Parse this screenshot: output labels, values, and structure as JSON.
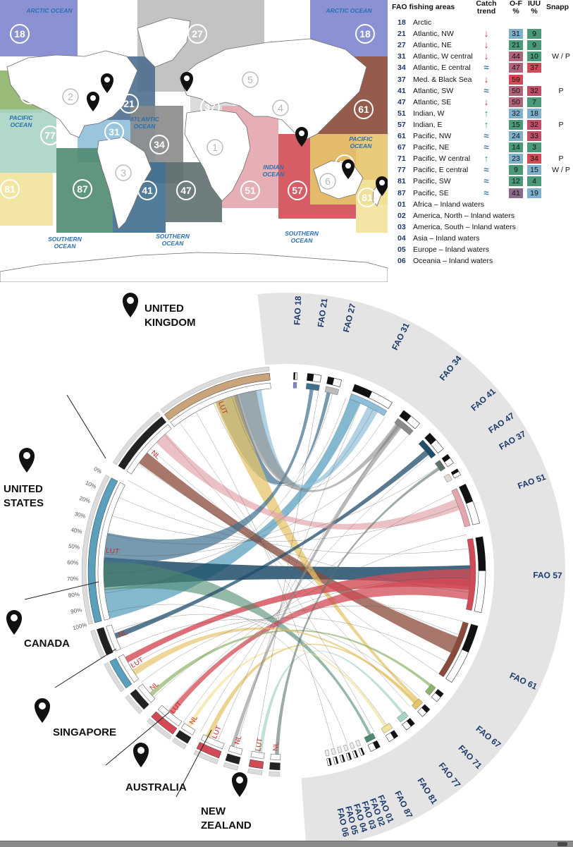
{
  "map": {
    "ocean_labels": [
      "ARCTIC OCEAN",
      "ARCTIC OCEAN",
      "ATLANTIC OCEAN",
      "PACIFIC OCEAN",
      "PACIFIC OCEAN",
      "INDIAN OCEAN",
      "SOUTHERN OCEAN",
      "SOUTHERN OCEAN",
      "SOUTHERN OCEAN"
    ],
    "zones": [
      {
        "code": "18",
        "color": "#7d86cf"
      },
      {
        "code": "18",
        "color": "#7d86cf"
      },
      {
        "code": "27",
        "color": "#bcbcbc"
      },
      {
        "code": "21",
        "color": "#4e6f8f"
      },
      {
        "code": "31",
        "color": "#8fbfd8"
      },
      {
        "code": "34",
        "color": "#8a8a8a"
      },
      {
        "code": "37",
        "color": "#d8d8d8"
      },
      {
        "code": "41",
        "color": "#3f6f8f"
      },
      {
        "code": "47",
        "color": "#5e6f70"
      },
      {
        "code": "51",
        "color": "#e3a6ad"
      },
      {
        "code": "57",
        "color": "#d24a55"
      },
      {
        "code": "61",
        "color": "#8a4a3a"
      },
      {
        "code": "67",
        "color": "#8fb36a"
      },
      {
        "code": "71",
        "color": "#e6c46b"
      },
      {
        "code": "77",
        "color": "#a8d4c4"
      },
      {
        "code": "81",
        "color": "#f2e39a"
      },
      {
        "code": "81",
        "color": "#f2e39a"
      },
      {
        "code": "87",
        "color": "#4f8a70"
      }
    ],
    "inland_codes": [
      "1",
      "2",
      "3",
      "4",
      "5",
      "6"
    ]
  },
  "legend": {
    "title": "FAO fishing areas",
    "col_trend": [
      "Catch",
      "trend"
    ],
    "col_of": [
      "O-F",
      "%"
    ],
    "col_iuu": [
      "IUU",
      "%"
    ],
    "col_snap": "Snapp",
    "rows": [
      {
        "code": "18",
        "name": "Arctic",
        "trend": "",
        "trend_color": "#c62828",
        "of": "",
        "of_color": "",
        "iuu": "",
        "iuu_color": "",
        "snap": ""
      },
      {
        "code": "21",
        "name": "Atlantic, NW",
        "trend": "↓",
        "trend_color": "#c62828",
        "of": "31",
        "of_color": "#7fb0c9",
        "iuu": "9",
        "iuu_color": "#4a9a7a",
        "snap": ""
      },
      {
        "code": "27",
        "name": "Atlantic, NE",
        "trend": "↓",
        "trend_color": "#c62828",
        "of": "21",
        "of_color": "#4a9a7a",
        "iuu": "9",
        "iuu_color": "#4a9a7a",
        "snap": ""
      },
      {
        "code": "31",
        "name": "Atlantic, W central",
        "trend": "↓",
        "trend_color": "#c62828",
        "of": "44",
        "of_color": "#b0647a",
        "iuu": "10",
        "iuu_color": "#4a9a7a",
        "snap": "W / P"
      },
      {
        "code": "34",
        "name": "Atlantic, E central",
        "trend": "≈",
        "trend_color": "#2a7fa8",
        "of": "47",
        "of_color": "#b0647a",
        "iuu": "37",
        "iuu_color": "#d24a55",
        "snap": ""
      },
      {
        "code": "37",
        "name": "Med. & Black Sea",
        "trend": "↓",
        "trend_color": "#c62828",
        "of": "59",
        "of_color": "#d24a55",
        "iuu": "",
        "iuu_color": "",
        "snap": ""
      },
      {
        "code": "41",
        "name": "Atlantic, SW",
        "trend": "≈",
        "trend_color": "#2a7fa8",
        "of": "50",
        "of_color": "#b0647a",
        "iuu": "32",
        "iuu_color": "#c0506a",
        "snap": "P"
      },
      {
        "code": "47",
        "name": "Atlantic, SE",
        "trend": "↓",
        "trend_color": "#c62828",
        "of": "50",
        "of_color": "#b0647a",
        "iuu": "7",
        "iuu_color": "#4a9a7a",
        "snap": ""
      },
      {
        "code": "51",
        "name": "Indian, W",
        "trend": "↑",
        "trend_color": "#2e8b57",
        "of": "32",
        "of_color": "#7fb0c9",
        "iuu": "18",
        "iuu_color": "#7fb0c9",
        "snap": ""
      },
      {
        "code": "57",
        "name": "Indian, E",
        "trend": "↑",
        "trend_color": "#2e8b57",
        "of": "15",
        "of_color": "#4a9a7a",
        "iuu": "32",
        "iuu_color": "#c0506a",
        "snap": "P"
      },
      {
        "code": "61",
        "name": "Pacific, NW",
        "trend": "≈",
        "trend_color": "#2a7fa8",
        "of": "24",
        "of_color": "#7fb0c9",
        "iuu": "33",
        "iuu_color": "#c0506a",
        "snap": ""
      },
      {
        "code": "67",
        "name": "Pacific, NE",
        "trend": "≈",
        "trend_color": "#2a7fa8",
        "of": "14",
        "of_color": "#4a9a7a",
        "iuu": "3",
        "iuu_color": "#4a9a7a",
        "snap": ""
      },
      {
        "code": "71",
        "name": "Pacific, W central",
        "trend": "↑",
        "trend_color": "#2e8b57",
        "of": "23",
        "of_color": "#7fb0c9",
        "iuu": "34",
        "iuu_color": "#d24a55",
        "snap": "P"
      },
      {
        "code": "77",
        "name": "Pacific, E central",
        "trend": "≈",
        "trend_color": "#2a7fa8",
        "of": "9",
        "of_color": "#4a9a7a",
        "iuu": "15",
        "iuu_color": "#7fb0c9",
        "snap": "W / P"
      },
      {
        "code": "81",
        "name": "Pacific, SW",
        "trend": "≈",
        "trend_color": "#2a7fa8",
        "of": "12",
        "of_color": "#4a9a7a",
        "iuu": "4",
        "iuu_color": "#4a9a7a",
        "snap": ""
      },
      {
        "code": "87",
        "name": "Pacific, SE",
        "trend": "≈",
        "trend_color": "#2a7fa8",
        "of": "41",
        "of_color": "#8a6a8a",
        "iuu": "19",
        "iuu_color": "#7fb0c9",
        "snap": ""
      },
      {
        "code": "01",
        "name": "Africa – Inland waters",
        "trend": "",
        "trend_color": "",
        "of": "",
        "of_color": "",
        "iuu": "",
        "iuu_color": "",
        "snap": ""
      },
      {
        "code": "02",
        "name": "America, North – Inland waters",
        "trend": "",
        "trend_color": "",
        "of": "",
        "of_color": "",
        "iuu": "",
        "iuu_color": "",
        "snap": ""
      },
      {
        "code": "03",
        "name": "America, South – Inland waters",
        "trend": "",
        "trend_color": "",
        "of": "",
        "of_color": "",
        "iuu": "",
        "iuu_color": "",
        "snap": ""
      },
      {
        "code": "04",
        "name": "Asia – Inland waters",
        "trend": "",
        "trend_color": "",
        "of": "",
        "of_color": "",
        "iuu": "",
        "iuu_color": "",
        "snap": ""
      },
      {
        "code": "05",
        "name": "Europe – Inland waters",
        "trend": "",
        "trend_color": "",
        "of": "",
        "of_color": "",
        "iuu": "",
        "iuu_color": "",
        "snap": ""
      },
      {
        "code": "06",
        "name": "Oceania – Inland waters",
        "trend": "",
        "trend_color": "",
        "of": "",
        "of_color": "",
        "iuu": "",
        "iuu_color": "",
        "snap": ""
      }
    ]
  },
  "chord": {
    "countries": [
      {
        "name": [
          "UNITED",
          "KINGDOM"
        ]
      },
      {
        "name": [
          "UNITED",
          "STATES"
        ]
      },
      {
        "name": [
          "CANADA"
        ]
      },
      {
        "name": [
          "SINGAPORE"
        ]
      },
      {
        "name": [
          "AUSTRALIA"
        ]
      },
      {
        "name": [
          "NEW",
          "ZEALAND"
        ]
      }
    ],
    "segment_labels": [
      "LUT",
      "NL",
      "LUT",
      "NL",
      "LUT",
      "NL",
      "LUT",
      "NL",
      "LUT",
      "NL",
      "LUT",
      "NL"
    ],
    "fao_labels": [
      "FAO 18",
      "FAO 21",
      "FAO 27",
      "FAO 31",
      "FAO 34",
      "FAO 41",
      "FAO 47",
      "FAO 37",
      "FAO 51",
      "FAO 57",
      "FAO 61",
      "FAO 67",
      "FAO 71",
      "FAO 77",
      "FAO 81",
      "FAO 87",
      "FAO 01",
      "FAO 02",
      "FAO 03",
      "FAO 04",
      "FAO 05",
      "FAO 06"
    ],
    "fao_colors": [
      "#7d86cf",
      "#3f6f8f",
      "#bcbcbc",
      "#8fbfd8",
      "#8a8a8a",
      "#1f4e6b",
      "#5e6f70",
      "#e0dccf",
      "#e3a6ad",
      "#d24a55",
      "#8a4a3a",
      "#8fb36a",
      "#e6c46b",
      "#a8d4c4",
      "#f2e39a",
      "#4f8a70",
      "#eeeeee",
      "#eeeeee",
      "#eeeeee",
      "#eeeeee",
      "#eeeeee",
      "#eeeeee"
    ],
    "percent_ticks": [
      "0%",
      "10%",
      "20%",
      "30%",
      "40%",
      "50%",
      "60%",
      "70%",
      "80%",
      "90%",
      "100%"
    ]
  }
}
